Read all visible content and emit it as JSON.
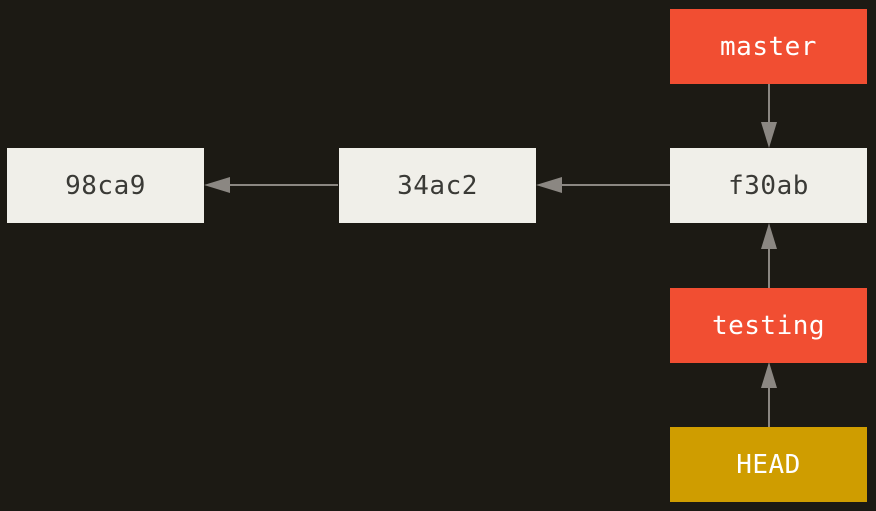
{
  "colors": {
    "background": "#1c1a14",
    "commit_fill": "#f0efe9",
    "commit_text": "#3a3a36",
    "branch_fill": "#f14e32",
    "head_fill": "#cf9d00",
    "arrow": "#8b8782"
  },
  "commits": [
    {
      "id": "98ca9"
    },
    {
      "id": "34ac2"
    },
    {
      "id": "f30ab"
    }
  ],
  "branches": {
    "master": "master",
    "testing": "testing"
  },
  "head": "HEAD",
  "edges": [
    {
      "from": "34ac2",
      "to": "98ca9"
    },
    {
      "from": "f30ab",
      "to": "34ac2"
    },
    {
      "from": "master",
      "to": "f30ab"
    },
    {
      "from": "testing",
      "to": "f30ab"
    },
    {
      "from": "HEAD",
      "to": "testing"
    }
  ]
}
